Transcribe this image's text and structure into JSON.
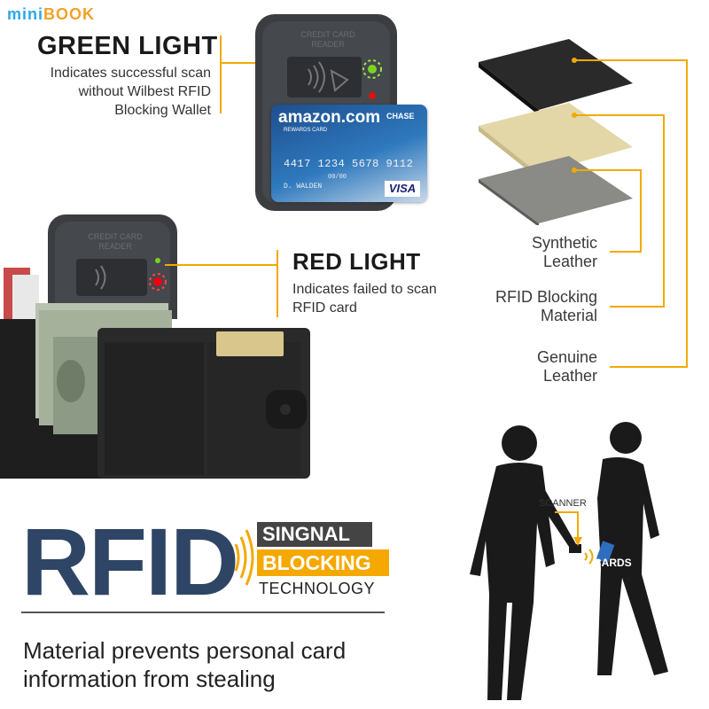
{
  "brand": {
    "part1": "mini",
    "part2": "BOOK"
  },
  "green_light": {
    "title": "GREEN LIGHT",
    "line1": "Indicates successful scan",
    "line2": "without Wilbest RFID",
    "line3": "Blocking Wallet"
  },
  "red_light": {
    "title": "RED LIGHT",
    "line1": "Indicates failed to scan",
    "line2": "RFID card"
  },
  "reader": {
    "label_line1": "CREDIT CARD",
    "label_line2": "READER"
  },
  "card": {
    "brand": "amazon.com",
    "sub": "REWARDS CARD",
    "bank": "CHASE",
    "number": "4417 1234 5678 9112",
    "exp": "00/00",
    "holder": "D. WALDEN",
    "network": "VISA"
  },
  "layers": [
    {
      "line1": "Synthetic",
      "line2": "Leather"
    },
    {
      "line1": "RFID Blocking",
      "line2": "Material"
    },
    {
      "line1": "Genuine",
      "line2": "Leather"
    }
  ],
  "rfid": {
    "big": "RFID",
    "signal": "SINGNAL",
    "blocking": "BLOCKING",
    "technology": "TECHNOLOGY"
  },
  "tagline": {
    "line1": "Material prevents personal card",
    "line2": "information from stealing"
  },
  "scene": {
    "scanner": "SCANNER",
    "cards": "CARDS"
  },
  "colors": {
    "accent": "#f2a900",
    "rfid_blue": "#2f4566",
    "brand_blue": "#2aa7e8",
    "brand_orange": "#f2a22a"
  }
}
